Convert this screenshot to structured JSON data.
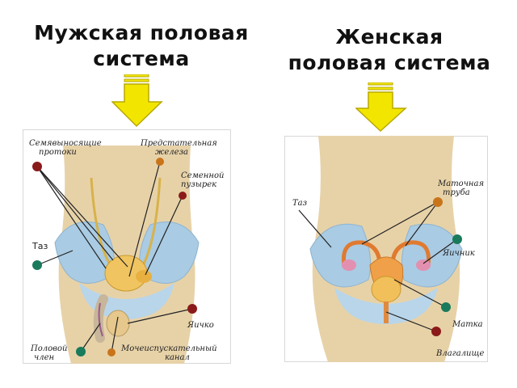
{
  "headings": {
    "male": [
      "Мужская половая",
      "система"
    ],
    "female": [
      "Женская",
      "половая система"
    ]
  },
  "male_labels": {
    "vas_deferens": [
      "Семявыносящие",
      "протоки"
    ],
    "prostate": [
      "Предстательная",
      "железа"
    ],
    "seminal_vesicle": [
      "Семенной",
      "пузырек"
    ],
    "pelvis": "Таз",
    "testis": "Яичко",
    "penis": [
      "Половой",
      "член"
    ],
    "urethra": [
      "Мочеиспускательный",
      "канал"
    ]
  },
  "female_labels": {
    "pelvis": "Таз",
    "tube": [
      "Маточная",
      "труба"
    ],
    "ovary": "Яичник",
    "uterus": "Матка",
    "vagina": "Влагалище"
  },
  "colors": {
    "arrow": "#f2e600",
    "skin": "#e7d2a8",
    "bone": "#a9cbe3",
    "organ": "#f0b84e",
    "pin_red": "#8b1a1a",
    "pin_green": "#1a7a5c",
    "pin_orange": "#c9741a"
  }
}
